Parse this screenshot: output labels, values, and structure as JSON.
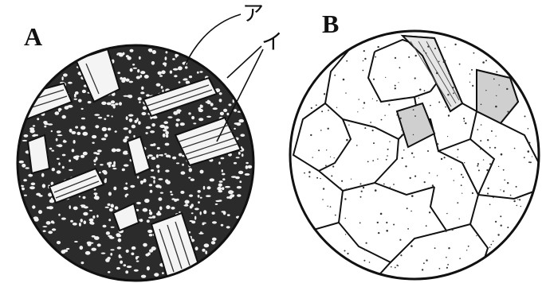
{
  "figure": {
    "label_a": "A",
    "label_b": "B",
    "callout_a": "ア",
    "callout_i": "イ"
  }
}
